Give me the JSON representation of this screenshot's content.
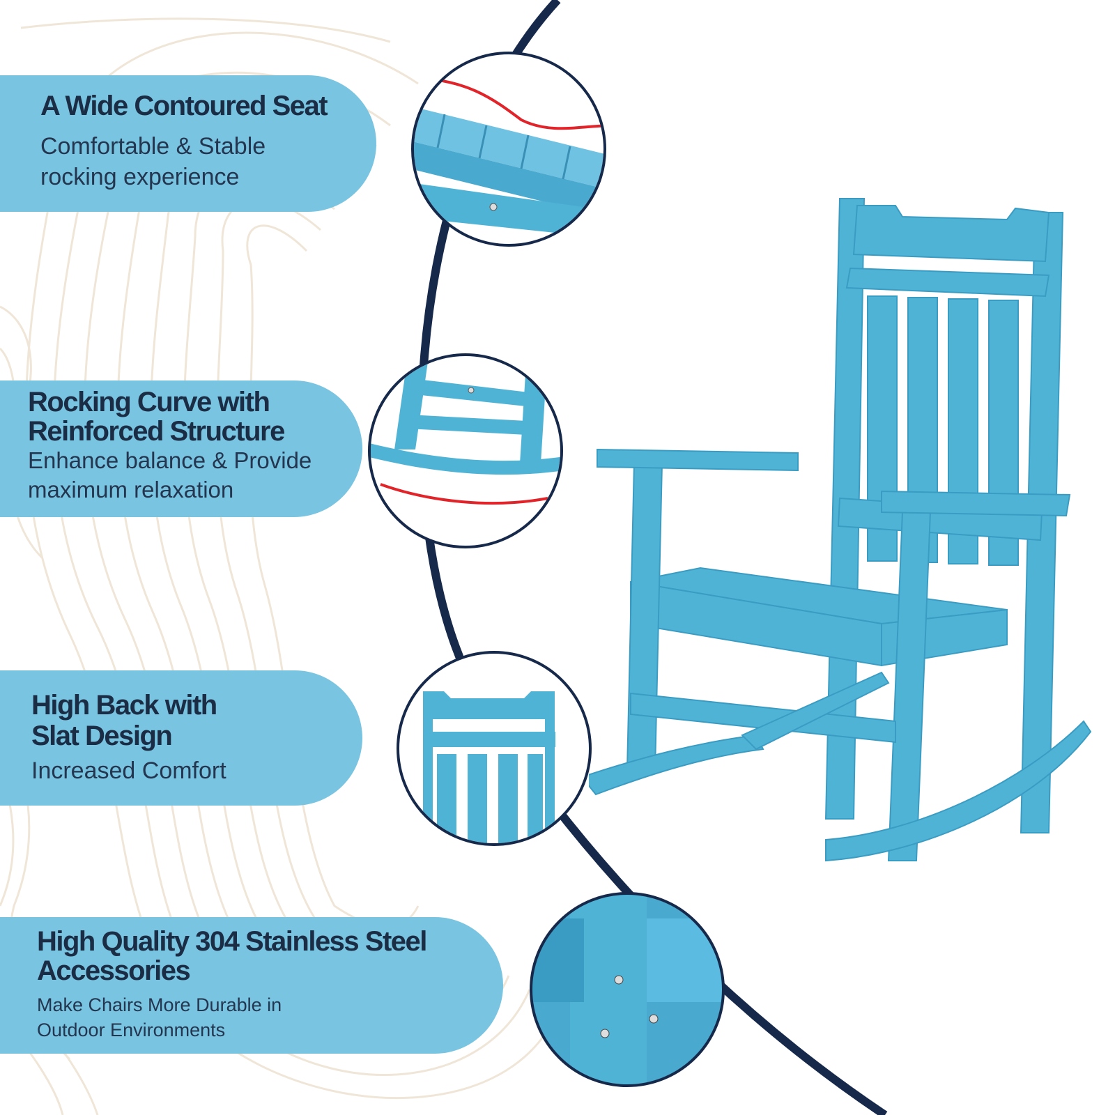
{
  "colors": {
    "pill": "#79c4e1",
    "chair": "#4fb3d6",
    "navy": "#16294a",
    "accent_red": "#e0242a",
    "contour": "#efe6d8"
  },
  "features": [
    {
      "title": "A Wide Contoured Seat",
      "desc": "Comfortable & Stable\nrocking experience"
    },
    {
      "title": "Rocking Curve with\nReinforced Structure",
      "desc": "Enhance balance & Provide\nmaximum relaxation"
    },
    {
      "title": "High Back with\nSlat Design",
      "desc": "Increased Comfort"
    },
    {
      "title": "High Quality 304 Stainless Steel\nAccessories",
      "desc": " Make Chairs More Durable in\nOutdoor Environments"
    }
  ],
  "images": {
    "product": "blue-rocking-chair-photo",
    "details": [
      "seat-closeup",
      "rocker-curve-closeup",
      "high-back-slats-closeup",
      "stainless-screws-closeup"
    ]
  }
}
